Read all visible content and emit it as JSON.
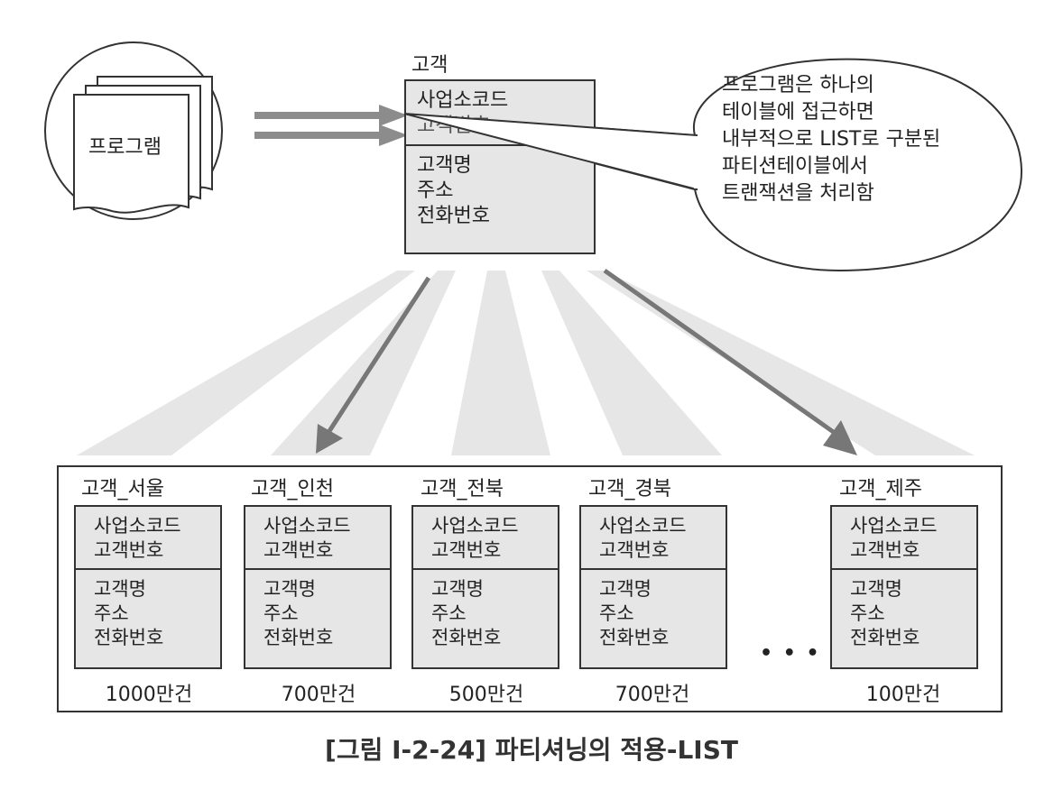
{
  "program": {
    "label": "프로그램"
  },
  "main_table": {
    "title": "고객",
    "pk_lines": [
      "사업소코드",
      "고객번호"
    ],
    "attr_lines": [
      "고객명",
      "주소",
      "전화번호"
    ]
  },
  "callout": {
    "lines": [
      "프로그램은 하나의",
      "테이블에 접근하면",
      "내부적으로 LIST로 구분된",
      "파티션테이블에서",
      "트랜잭션을 처리함"
    ]
  },
  "partitions": [
    {
      "title": "고객_서울",
      "pk_lines": [
        "사업소코드",
        "고객번호"
      ],
      "attr_lines": [
        "고객명",
        "주소",
        "전화번호"
      ],
      "count": "1000만건"
    },
    {
      "title": "고객_인천",
      "pk_lines": [
        "사업소코드",
        "고객번호"
      ],
      "attr_lines": [
        "고객명",
        "주소",
        "전화번호"
      ],
      "count": "700만건"
    },
    {
      "title": "고객_전북",
      "pk_lines": [
        "사업소코드",
        "고객번호"
      ],
      "attr_lines": [
        "고객명",
        "주소",
        "전화번호"
      ],
      "count": "500만건"
    },
    {
      "title": "고객_경북",
      "pk_lines": [
        "사업소코드",
        "고객번호"
      ],
      "attr_lines": [
        "고객명",
        "주소",
        "전화번호"
      ],
      "count": "700만건"
    },
    {
      "title": "고객_제주",
      "pk_lines": [
        "사업소코드",
        "고객번호"
      ],
      "attr_lines": [
        "고객명",
        "주소",
        "전화번호"
      ],
      "count": "100만건"
    }
  ],
  "ellipsis": "• • •",
  "caption": "[그림 Ⅰ-2-24] 파티셔닝의 적용-LIST"
}
